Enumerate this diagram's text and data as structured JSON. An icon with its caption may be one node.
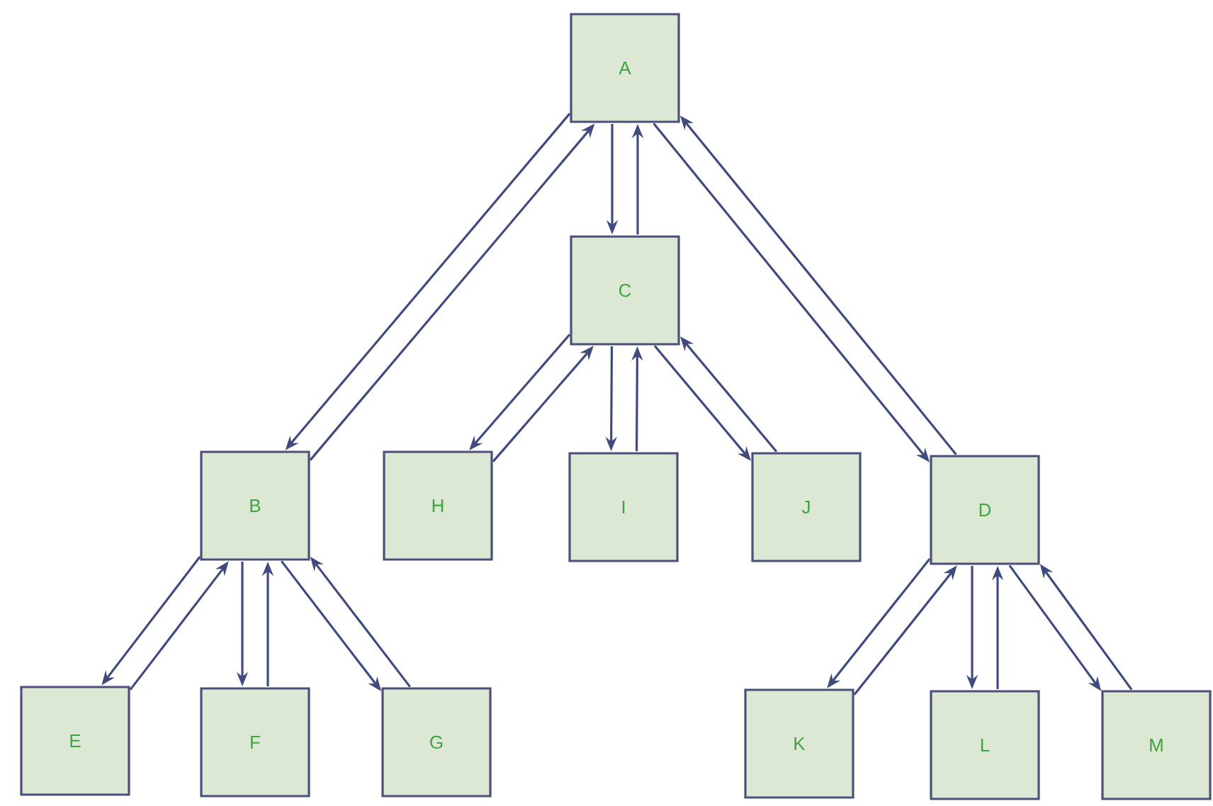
{
  "diagram": {
    "nodes": [
      {
        "text": [
          "A"
        ]
      },
      {
        "text": [
          "C"
        ]
      },
      {
        "text": [
          "B"
        ]
      },
      {
        "text": [
          "H"
        ]
      },
      {
        "text": [
          "I"
        ]
      },
      {
        "text": [
          "J"
        ]
      },
      {
        "text": [
          "D"
        ]
      },
      {
        "text": [
          "E"
        ]
      },
      {
        "text": [
          "F"
        ]
      },
      {
        "text": [
          "G"
        ]
      },
      {
        "text": [
          "K"
        ]
      },
      {
        "text": [
          "L"
        ]
      },
      {
        "text": [
          "M"
        ]
      }
    ],
    "edges": [
      {
        "from": 0,
        "to": 1,
        "arrow": "to"
      },
      {
        "from": 1,
        "to": 0,
        "arrow": "to"
      },
      {
        "from": 0,
        "to": 2,
        "arrow": "to"
      },
      {
        "from": 2,
        "to": 0,
        "arrow": "to"
      },
      {
        "from": 0,
        "to": 6,
        "arrow": "to"
      },
      {
        "from": 6,
        "to": 0,
        "arrow": "to"
      },
      {
        "from": 1,
        "to": 3,
        "arrow": "to"
      },
      {
        "from": 3,
        "to": 1,
        "arrow": "to"
      },
      {
        "from": 1,
        "to": 4,
        "arrow": "to"
      },
      {
        "from": 4,
        "to": 1,
        "arrow": "to"
      },
      {
        "from": 1,
        "to": 5,
        "arrow": "to"
      },
      {
        "from": 5,
        "to": 1,
        "arrow": "to"
      },
      {
        "from": 2,
        "to": 7,
        "arrow": "to"
      },
      {
        "from": 7,
        "to": 2,
        "arrow": "to"
      },
      {
        "from": 2,
        "to": 8,
        "arrow": "to"
      },
      {
        "from": 8,
        "to": 2,
        "arrow": "to"
      },
      {
        "from": 2,
        "to": 9,
        "arrow": "to"
      },
      {
        "from": 9,
        "to": 2,
        "arrow": "to"
      },
      {
        "from": 6,
        "to": 10,
        "arrow": "to"
      },
      {
        "from": 10,
        "to": 6,
        "arrow": "to"
      },
      {
        "from": 6,
        "to": 11,
        "arrow": "to"
      },
      {
        "from": 11,
        "to": 6,
        "arrow": "to"
      },
      {
        "from": 6,
        "to": 12,
        "arrow": "to"
      },
      {
        "from": 12,
        "to": 6,
        "arrow": "to"
      }
    ]
  }
}
